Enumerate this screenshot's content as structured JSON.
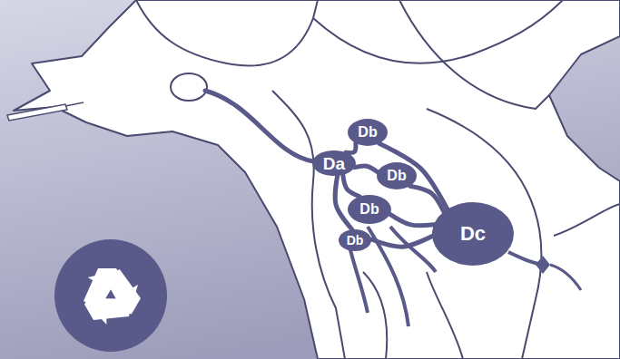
{
  "diagram": {
    "nodes": [
      {
        "text": [
          "Db"
        ]
      },
      {
        "text": [
          "Da"
        ]
      },
      {
        "text": [
          "Db"
        ]
      },
      {
        "text": [
          "Db"
        ]
      },
      {
        "text": [
          "Db"
        ]
      },
      {
        "text": [
          "Dc"
        ]
      }
    ],
    "edges": [
      {
        "from": 1,
        "to": 0,
        "arrow": "none"
      },
      {
        "from": 1,
        "to": 2,
        "arrow": "none"
      },
      {
        "from": 1,
        "to": 3,
        "arrow": "none"
      },
      {
        "from": 1,
        "to": 4,
        "arrow": "none"
      },
      {
        "from": 0,
        "to": 5,
        "arrow": "none"
      },
      {
        "from": 2,
        "to": 5,
        "arrow": "none"
      },
      {
        "from": 3,
        "to": 5,
        "arrow": "none"
      },
      {
        "from": 4,
        "to": 5,
        "arrow": "none"
      }
    ]
  }
}
